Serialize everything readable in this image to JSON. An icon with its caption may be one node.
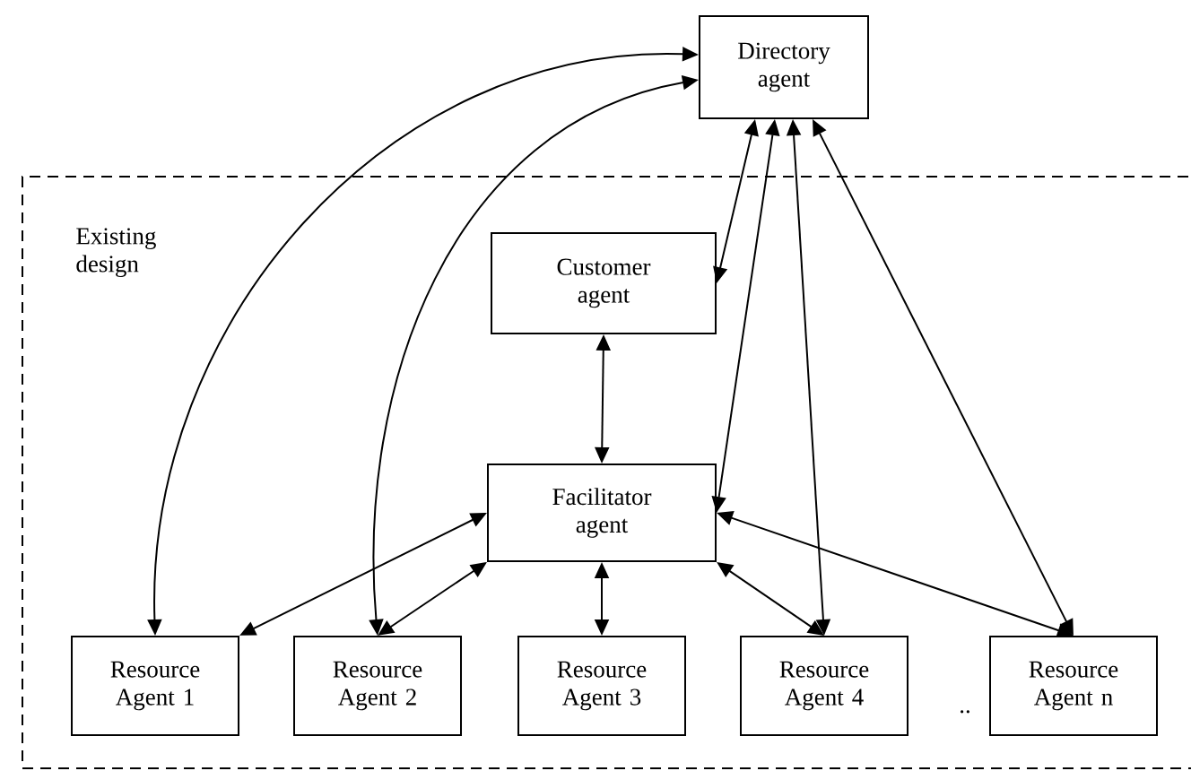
{
  "diagram": {
    "nodes": [
      {
        "text": [
          "Existing design"
        ]
      },
      {
        "text": [
          "Directory agent"
        ]
      },
      {
        "text": [
          "Customer agent"
        ],
        "in": 0
      },
      {
        "text": [
          "Facilitator agent"
        ],
        "in": 0
      },
      {
        "text": [
          "Resource Agent 1"
        ],
        "in": 0
      },
      {
        "text": [
          "Resource Agent 2"
        ],
        "in": 0
      },
      {
        "text": [
          "Resource Agent 3"
        ],
        "in": 0
      },
      {
        "text": [
          "Resource Agent 4"
        ],
        "in": 0
      },
      {
        "text": [
          "Resource Agent n"
        ],
        "in": 0
      }
    ],
    "edges": [
      {
        "from": 1,
        "to": 4,
        "arrow": "both"
      },
      {
        "from": 1,
        "to": 5,
        "arrow": "both"
      },
      {
        "from": 1,
        "to": 2,
        "arrow": "both"
      },
      {
        "from": 1,
        "to": 3,
        "arrow": "both"
      },
      {
        "from": 1,
        "to": 7,
        "arrow": "both"
      },
      {
        "from": 1,
        "to": 8,
        "arrow": "both"
      },
      {
        "from": 2,
        "to": 3,
        "arrow": "both"
      },
      {
        "from": 3,
        "to": 4,
        "arrow": "both"
      },
      {
        "from": 3,
        "to": 5,
        "arrow": "both"
      },
      {
        "from": 3,
        "to": 6,
        "arrow": "both"
      },
      {
        "from": 3,
        "to": 7,
        "arrow": "both"
      },
      {
        "from": 3,
        "to": 8,
        "arrow": "both"
      }
    ],
    "labels": [
      ".."
    ]
  }
}
